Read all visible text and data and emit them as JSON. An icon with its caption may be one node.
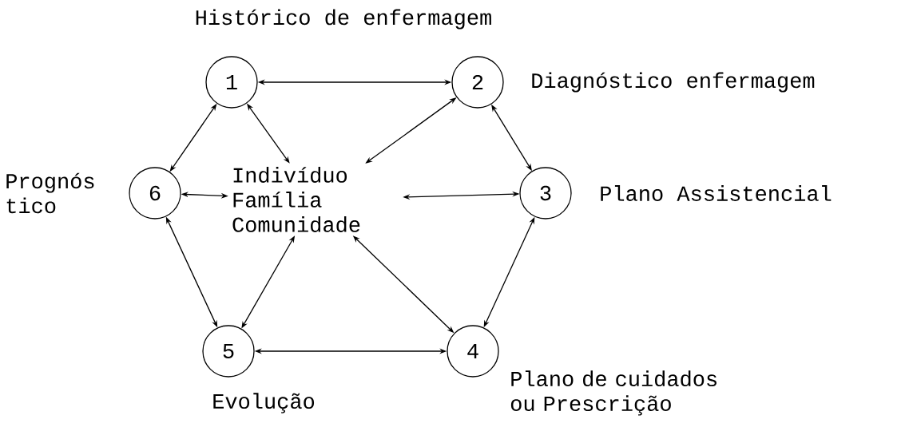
{
  "diagram": {
    "nodes": [
      {
        "text": [
          "1"
        ],
        "beside": [
          "Histórico de enfermagem"
        ]
      },
      {
        "text": [
          "2"
        ],
        "beside": [
          "Diagnóstico enfermagem"
        ]
      },
      {
        "text": [
          "3"
        ],
        "beside": [
          "Plano Assistencial"
        ]
      },
      {
        "text": [
          "4"
        ],
        "beside": [
          "Plano de cuidados ou Prescrição"
        ]
      },
      {
        "text": [
          "5"
        ],
        "beside": [
          "Evolução"
        ]
      },
      {
        "text": [
          "6"
        ],
        "beside": [
          "Prognós tico"
        ]
      },
      {
        "text": [
          "Indivíduo Família Comunidade"
        ]
      }
    ],
    "edges": [
      {
        "from": 0,
        "to": 1,
        "arrow": "both"
      },
      {
        "from": 1,
        "to": 2,
        "arrow": "both"
      },
      {
        "from": 2,
        "to": 3,
        "arrow": "both"
      },
      {
        "from": 3,
        "to": 4,
        "arrow": "both"
      },
      {
        "from": 4,
        "to": 5,
        "arrow": "both"
      },
      {
        "from": 5,
        "to": 0,
        "arrow": "both"
      },
      {
        "from": 6,
        "to": 0,
        "arrow": "both"
      },
      {
        "from": 6,
        "to": 1,
        "arrow": "both"
      },
      {
        "from": 6,
        "to": 2,
        "arrow": "both"
      },
      {
        "from": 6,
        "to": 3,
        "arrow": "both"
      },
      {
        "from": 6,
        "to": 4,
        "arrow": "both"
      },
      {
        "from": 6,
        "to": 5,
        "arrow": "both"
      }
    ]
  }
}
